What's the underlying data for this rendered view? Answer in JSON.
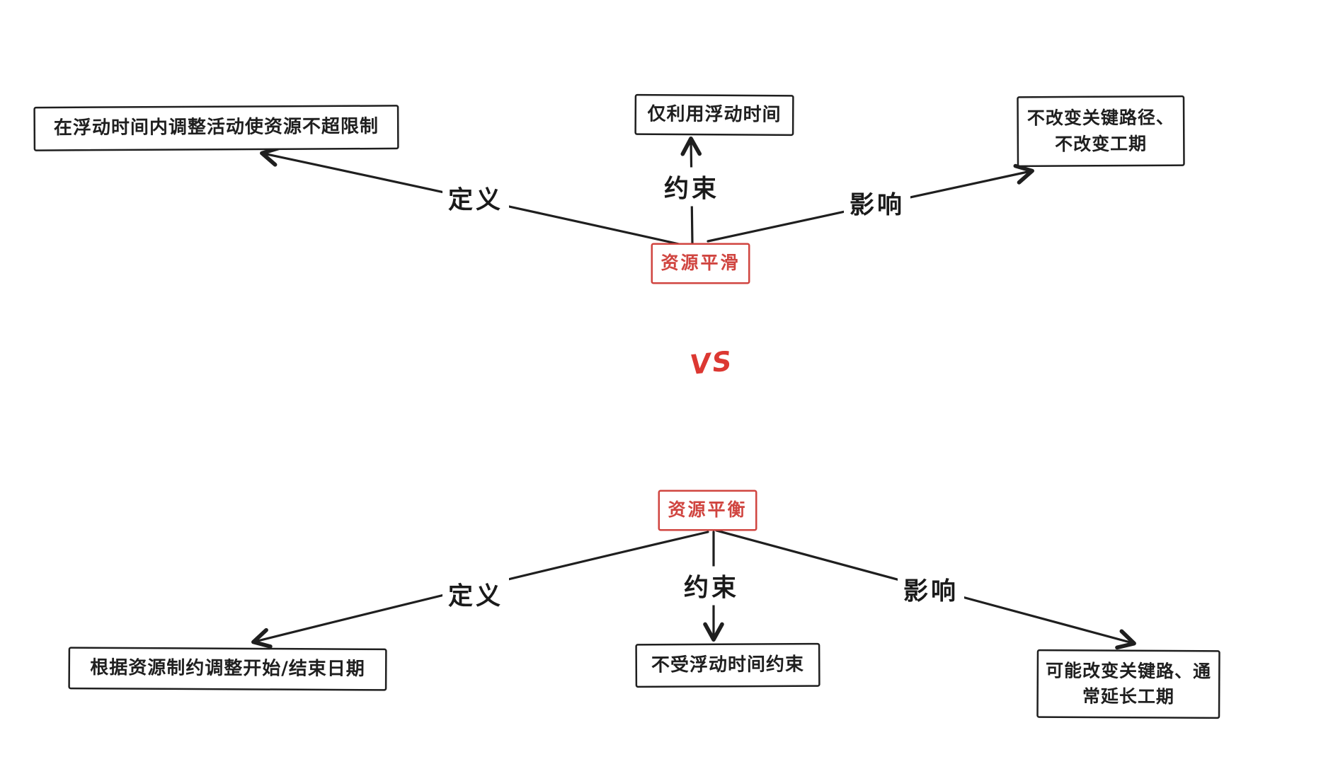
{
  "palette": {
    "background": "#ffffff",
    "ink": "#1f1f1f",
    "accent_red": "#d04540",
    "vs_red": "#dc3832"
  },
  "versus": {
    "label": "VS"
  },
  "top_group": {
    "center": {
      "label": "资源平滑"
    },
    "branches": [
      {
        "relation": "定义",
        "text": "在浮动时间内调整活动使资源不超限制"
      },
      {
        "relation": "约束",
        "text": "仅利用浮动时间"
      },
      {
        "relation": "影响",
        "text": "不改变关键路径、不改变工期"
      }
    ]
  },
  "bottom_group": {
    "center": {
      "label": "资源平衡"
    },
    "branches": [
      {
        "relation": "定义",
        "text": "根据资源制约调整开始/结束日期"
      },
      {
        "relation": "约束",
        "text": "不受浮动时间约束"
      },
      {
        "relation": "影响",
        "text": "可能改变关键路、通常延长工期"
      }
    ]
  }
}
